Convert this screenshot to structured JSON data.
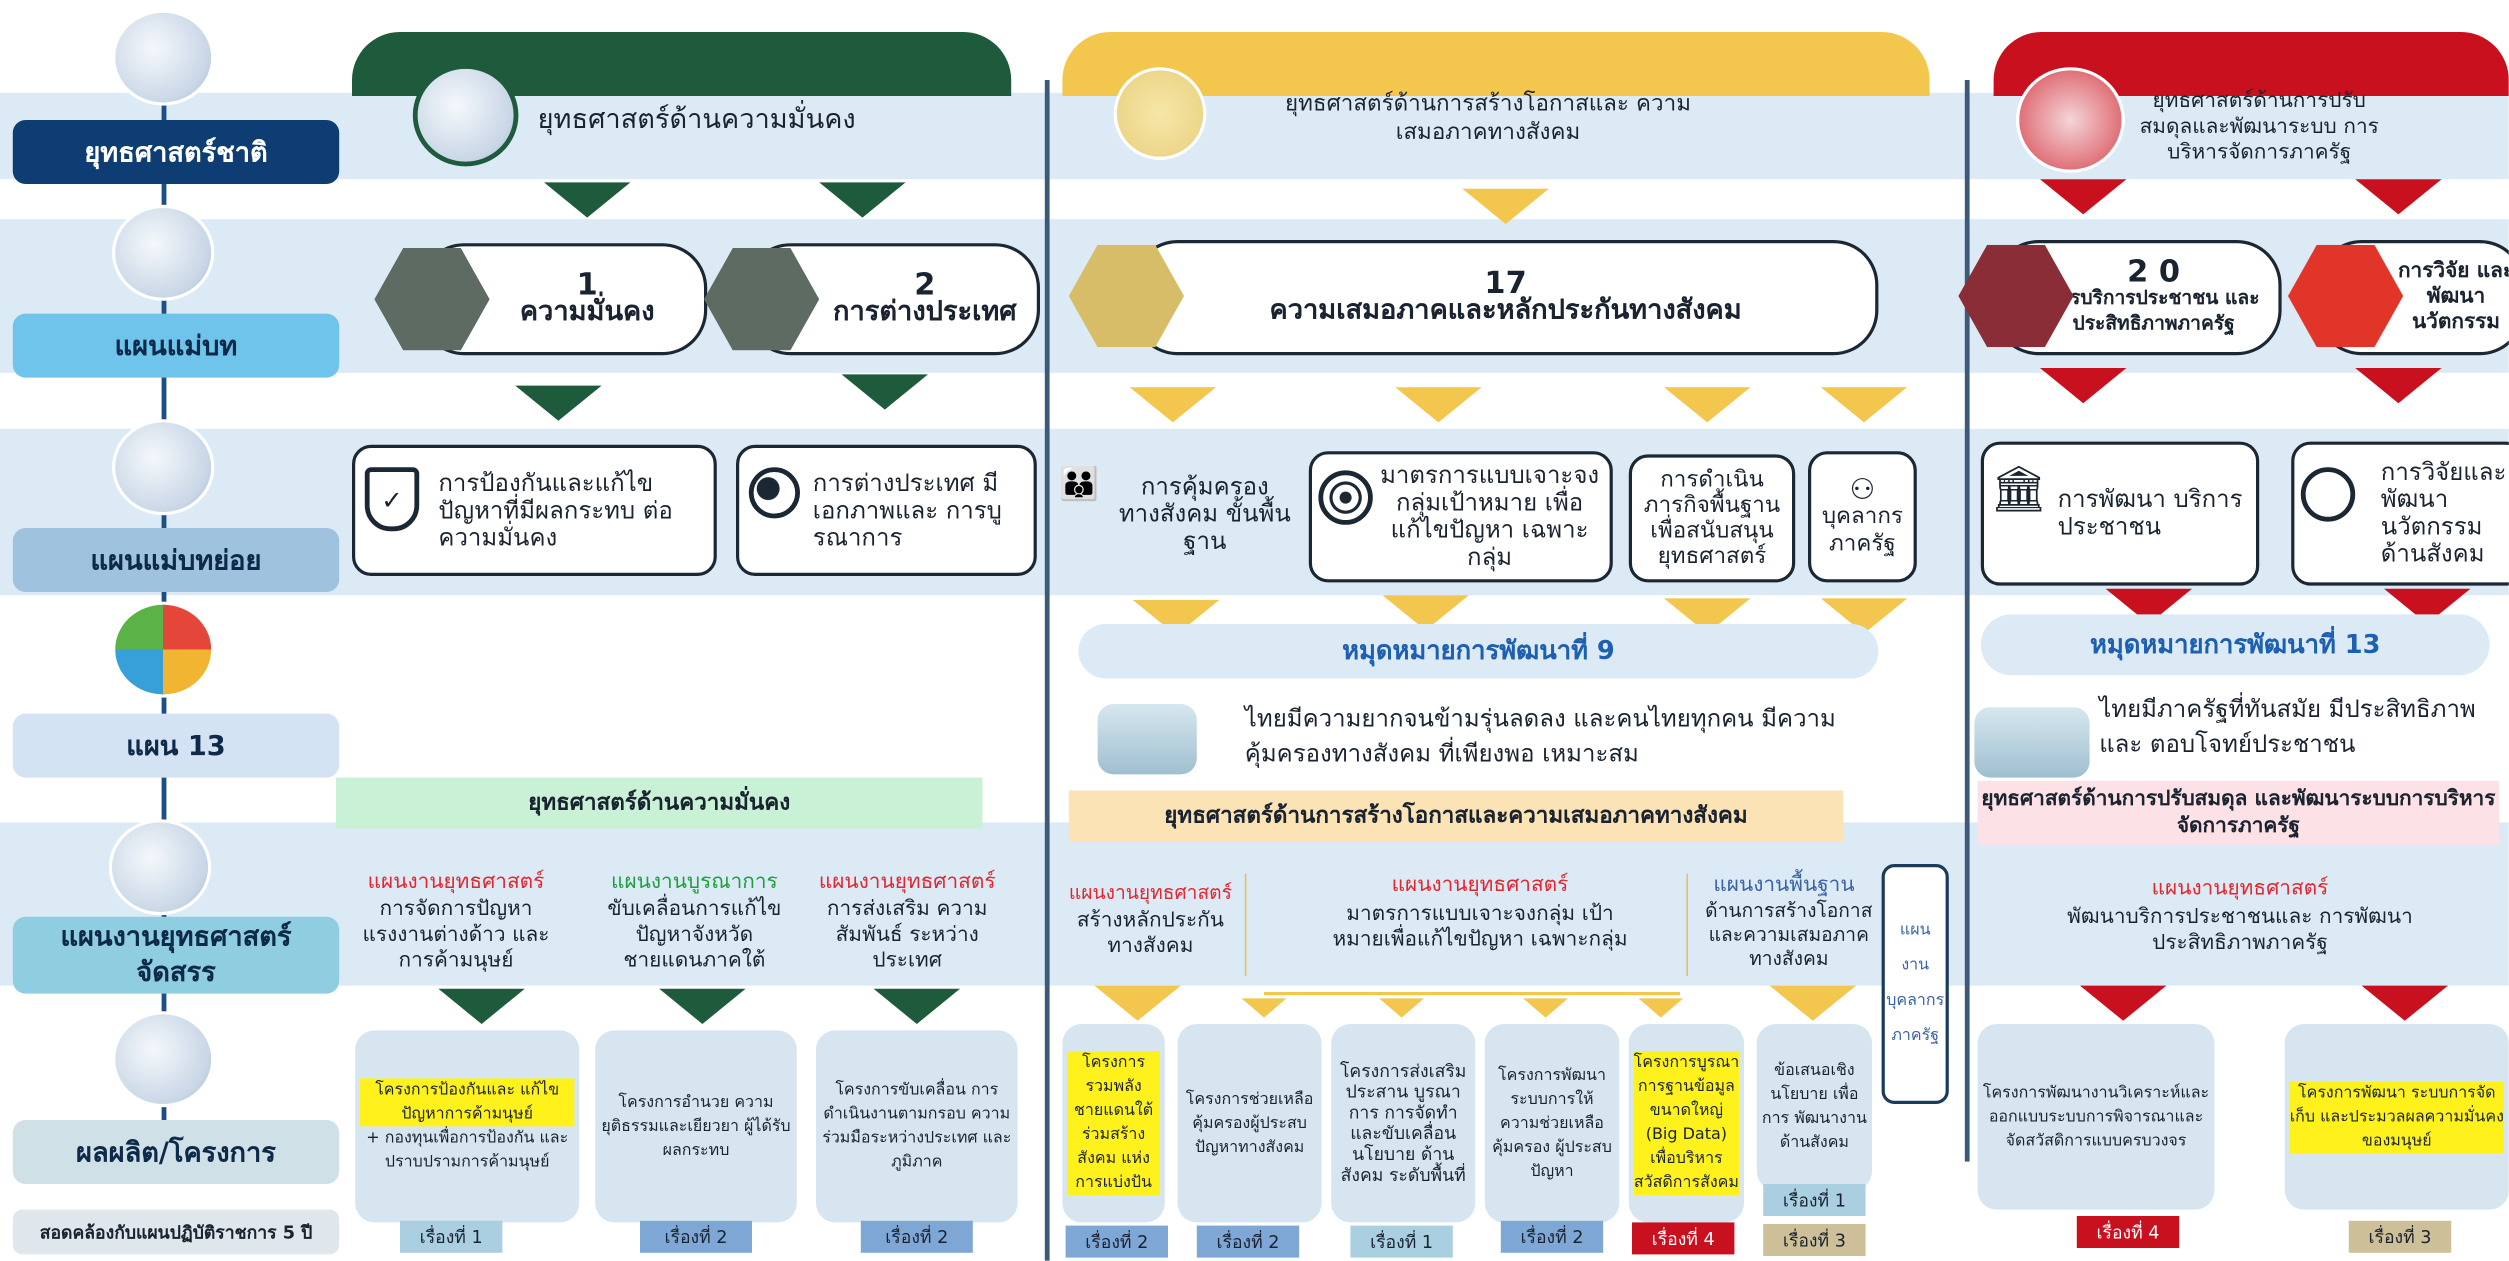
{
  "row_labels": {
    "national": "ยุทธศาสตร์ชาติ",
    "master": "แผนแม่บท",
    "submaster": "แผนแม่บทย่อย",
    "plan13": "แผน 13",
    "strategic": "แผนงานยุทธศาสตร์ จัดสรร",
    "outputs": "ผลผลิต/โครงการ",
    "footer": "สอดคล้องกับแผนปฏิบัติราชการ 5 ปี"
  },
  "national": {
    "security": "ยุทธศาสตร์ด้านความมั่นคง",
    "opportunity": "ยุทธศาสตร์ด้านการสร้างโอกาสและ ความเสมอภาคทางสังคม",
    "public_admin": "ยุทธศาสตร์ด้านการปรับ สมดุลและพัฒนาระบบ การบริหารจัดการภาครัฐ"
  },
  "master": {
    "m1": {
      "num": "1",
      "title": "ความมั่นคง"
    },
    "m2": {
      "num": "2",
      "title": "การต่างประเทศ"
    },
    "m17": {
      "num": "17",
      "title": "ความเสมอภาคและหลักประกันทางสังคม"
    },
    "m20": {
      "num": "2 0",
      "title": "การบริการประชาชน และประสิทธิภาพภาครัฐ"
    },
    "m23": {
      "title": "การวิจัย และพัฒนา นวัตกรรม"
    }
  },
  "submaster": {
    "s1": "การป้องกันและแก้ไข ปัญหาที่มีผลกระทบ ต่อความมั่นคง",
    "s2": "การต่างประเทศ มีเอกภาพและ การบูรณาการ",
    "s3": "การคุ้มครอง ทางสังคม ขั้นพื้นฐาน",
    "s4": "มาตรการแบบเจาะจง กลุ่มเป้าหมาย เพื่อแก้ไขปัญหา เฉพาะกลุ่ม",
    "s5": "การดำเนิน ภารกิจพื้นฐาน เพื่อสนับสนุน ยุทธศาสตร์",
    "s6": "บุคลากร ภาครัฐ",
    "s7": "การพัฒนา บริการประชาชน",
    "s8": "การวิจัยและ พัฒนา นวัตกรรม ด้านสังคม"
  },
  "plan13": {
    "goal9": "หมุดหมายการพัฒนาที่ 9",
    "goal9_desc": "ไทยมีความยากจนข้ามรุ่นลดลง และคนไทยทุกคน มีความคุ้มครองทางสังคม ที่เพียงพอ เหมาะสม",
    "goal13": "หมุดหมายการพัฒนาที่ 13",
    "goal13_desc": "ไทยมีภาครัฐที่ทันสมัย มีประสิทธิภาพ และ ตอบโจทย์ประชาชน"
  },
  "strategy_headers": {
    "security": "ยุทธศาสตร์ด้านความมั่นคง",
    "opportunity": "ยุทธศาสตร์ด้านการสร้างโอกาสและความเสมอภาคทางสังคม",
    "public_admin": "ยุทธศาสตร์ด้านการปรับสมดุล และพัฒนาระบบการบริหารจัดการภาครัฐ"
  },
  "work_plans": {
    "w1_kind": "แผนงานยุทธศาสตร์",
    "w1_text": "การจัดการปัญหา แรงงานต่างด้าว และการค้ามนุษย์",
    "w2_kind": "แผนงานบูรณาการ",
    "w2_text": "ขับเคลื่อนการแก้ไข ปัญหาจังหวัด ชายแดนภาคใต้",
    "w3_kind": "แผนงานยุทธศาสตร์",
    "w3_text": "การส่งเสริม ความสัมพันธ์ ระหว่างประเทศ",
    "w4_kind": "แผนงานยุทธศาสตร์",
    "w4_text": "สร้างหลักประกัน ทางสังคม",
    "w5_kind": "แผนงานยุทธศาสตร์",
    "w5_text": "มาตรการแบบเจาะจงกลุ่ม เป้าหมายเพื่อแก้ไขปัญหา เฉพาะกลุ่ม",
    "w6_kind": "แผนงานพื้นฐาน",
    "w6_text": "ด้านการสร้างโอกาส และความเสมอภาค ทางสังคม",
    "w7_text": "แผนงาน บุคลากร ภาครัฐ",
    "w8_kind": "แผนงานยุทธศาสตร์",
    "w8_text": "พัฒนาบริการประชาชนและ การพัฒนาประสิทธิภาพภาครัฐ"
  },
  "projects": [
    {
      "text": "โครงการป้องกันและ แก้ไขปัญหาการค้ามนุษย์",
      "extra": "+ กองทุนเพื่อการป้องกัน และปราบปรามการค้ามนุษย์",
      "tag": "เรื่องที่ 1",
      "tag_color": "#a9cfe0"
    },
    {
      "text": "โครงการอำนวย ความยุติธรรมและเยียวยา ผู้ได้รับผลกระทบ",
      "tag": "เรื่องที่ 2",
      "tag_color": "#7fa7d6"
    },
    {
      "text": "โครงการขับเคลื่อน การดำเนินงานตามกรอบ ความร่วมมือระหว่างประเทศ และภูมิภาค",
      "tag": "เรื่องที่ 2",
      "tag_color": "#7fa7d6"
    },
    {
      "text": "โครงการ รวมพลัง ชายแดนใต้ ร่วมสร้างสังคม แห่งการแบ่งปัน",
      "tag": "เรื่องที่ 2",
      "tag_color": "#7fa7d6"
    },
    {
      "text": "โครงการช่วยเหลือ คุ้มครองผู้ประสบ ปัญหาทางสังคม",
      "tag": "เรื่องที่ 2",
      "tag_color": "#7fa7d6"
    },
    {
      "text": "โครงการส่งเสริม ประสาน บูรณาการ การจัดทำ และขับเคลื่อน นโยบาย ด้านสังคม ระดับพื้นที่",
      "tag": "เรื่องที่ 1",
      "tag_color": "#a9cfe0"
    },
    {
      "text": "โครงการพัฒนา ระบบการให้ ความช่วยเหลือ คุ้มครอง ผู้ประสบปัญหา",
      "tag": "เรื่องที่ 2",
      "tag_color": "#7fa7d6"
    },
    {
      "text": "โครงการบูรณา การฐานข้อมูล ขนาดใหญ่ (Big Data) เพื่อบริหาร สวัสดิการสังคม",
      "tag": "เรื่องที่ 4",
      "tag_color": "#c8101e"
    },
    {
      "text": "ข้อเสนอเชิง นโยบาย เพื่อการ พัฒนางาน ด้านสังคม",
      "tag": "เรื่องที่ 1",
      "tag_color": "#a9cfe0",
      "tag2": "เรื่องที่ 3",
      "tag2_color": "#cdbf98"
    },
    {
      "text": "โครงการพัฒนางานวิเคราะห์และ ออกแบบระบบการพิจารณาและ จัดสวัสดิการแบบครบวงจร",
      "tag": "เรื่องที่ 4",
      "tag_color": "#c8101e"
    },
    {
      "text": "โครงการพัฒนา ระบบการจัดเก็บ และประมวลผลความมั่นคง ของมนุษย์",
      "tag": "เรื่องที่ 3",
      "tag_color": "#cdbf98"
    }
  ],
  "colors": {
    "navy": "#0e3d74",
    "green": "#1e5a3c",
    "yellow": "#f3c64e",
    "red": "#c8101e",
    "highlight": "#fff21c"
  }
}
